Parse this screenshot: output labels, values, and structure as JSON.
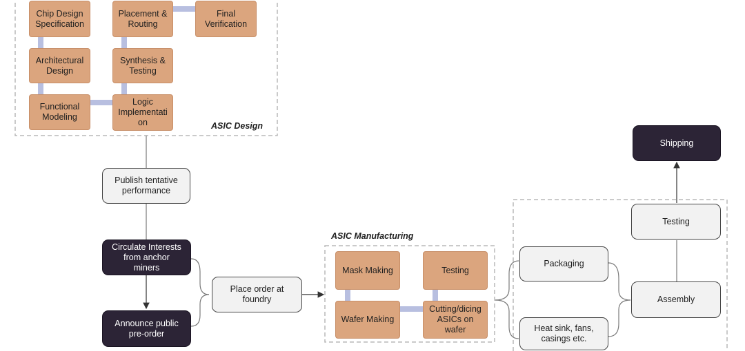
{
  "asic_design": {
    "label": "ASIC Design",
    "steps": {
      "spec": "Chip Design\nSpecification",
      "architectural": "Architectural\nDesign",
      "functional": "Functional\nModeling",
      "logic": "Logic\nImplementati\non",
      "synthesis": "Synthesis &\nTesting",
      "placement": "Placement &\nRouting",
      "final": "Final\nVerification"
    }
  },
  "asic_manufacturing": {
    "label": "ASIC Manufacturing",
    "steps": {
      "mask": "Mask Making",
      "wafer": "Wafer Making",
      "cutting": "Cutting/dicing\nASICs on\nwafer",
      "testing": "Testing"
    }
  },
  "flow": {
    "publish": "Publish tentative\nperformance",
    "circulate": "Circulate Interests\nfrom anchor\nminers",
    "announce": "Announce public\npre-order",
    "place_order": "Place order at\nfoundry",
    "packaging": "Packaging",
    "heat_sink": "Heat sink, fans,\ncasings etc.",
    "assembly": "Assembly",
    "testing": "Testing",
    "shipping": "Shipping"
  },
  "colors": {
    "process_step": "#dba57e",
    "dark_step": "#2c2436",
    "light_step": "#f2f2f2",
    "link": "#b8bfe0"
  }
}
